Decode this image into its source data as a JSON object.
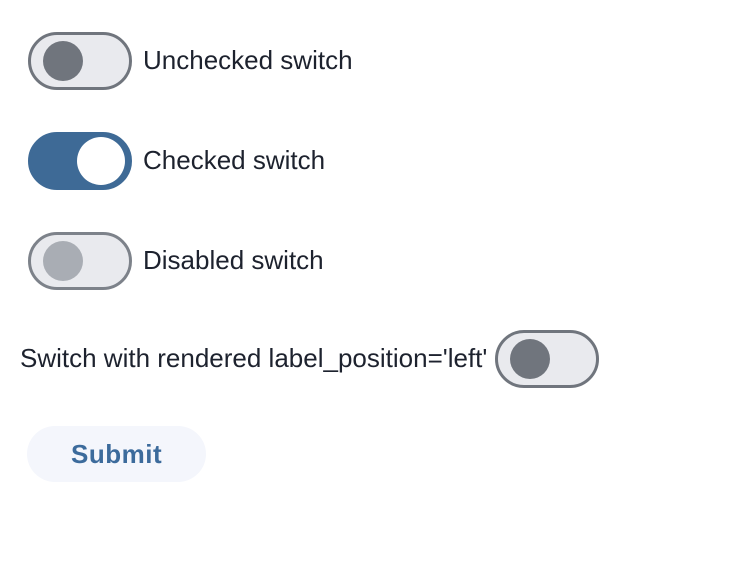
{
  "colors": {
    "primary_blue": "#3e6a96",
    "track_fill": "#e9eaee",
    "track_border": "#70757d",
    "track_border_disabled": "#7d828a",
    "knob_gray": "#70757d",
    "knob_disabled": "#a9adb4",
    "knob_checked": "#ffffff",
    "label_text": "#1d222e",
    "button_bg": "#f4f6fc",
    "button_text": "#3c6b9c"
  },
  "switches": [
    {
      "label": "Unchecked switch",
      "state": "unchecked",
      "disabled": false,
      "label_position": "right"
    },
    {
      "label": "Checked switch",
      "state": "checked",
      "disabled": false,
      "label_position": "right"
    },
    {
      "label": "Disabled switch",
      "state": "unchecked",
      "disabled": true,
      "label_position": "right"
    },
    {
      "label": "Switch with rendered label_position='left'",
      "state": "unchecked",
      "disabled": false,
      "label_position": "left"
    }
  ],
  "submit": {
    "label": "Submit"
  }
}
